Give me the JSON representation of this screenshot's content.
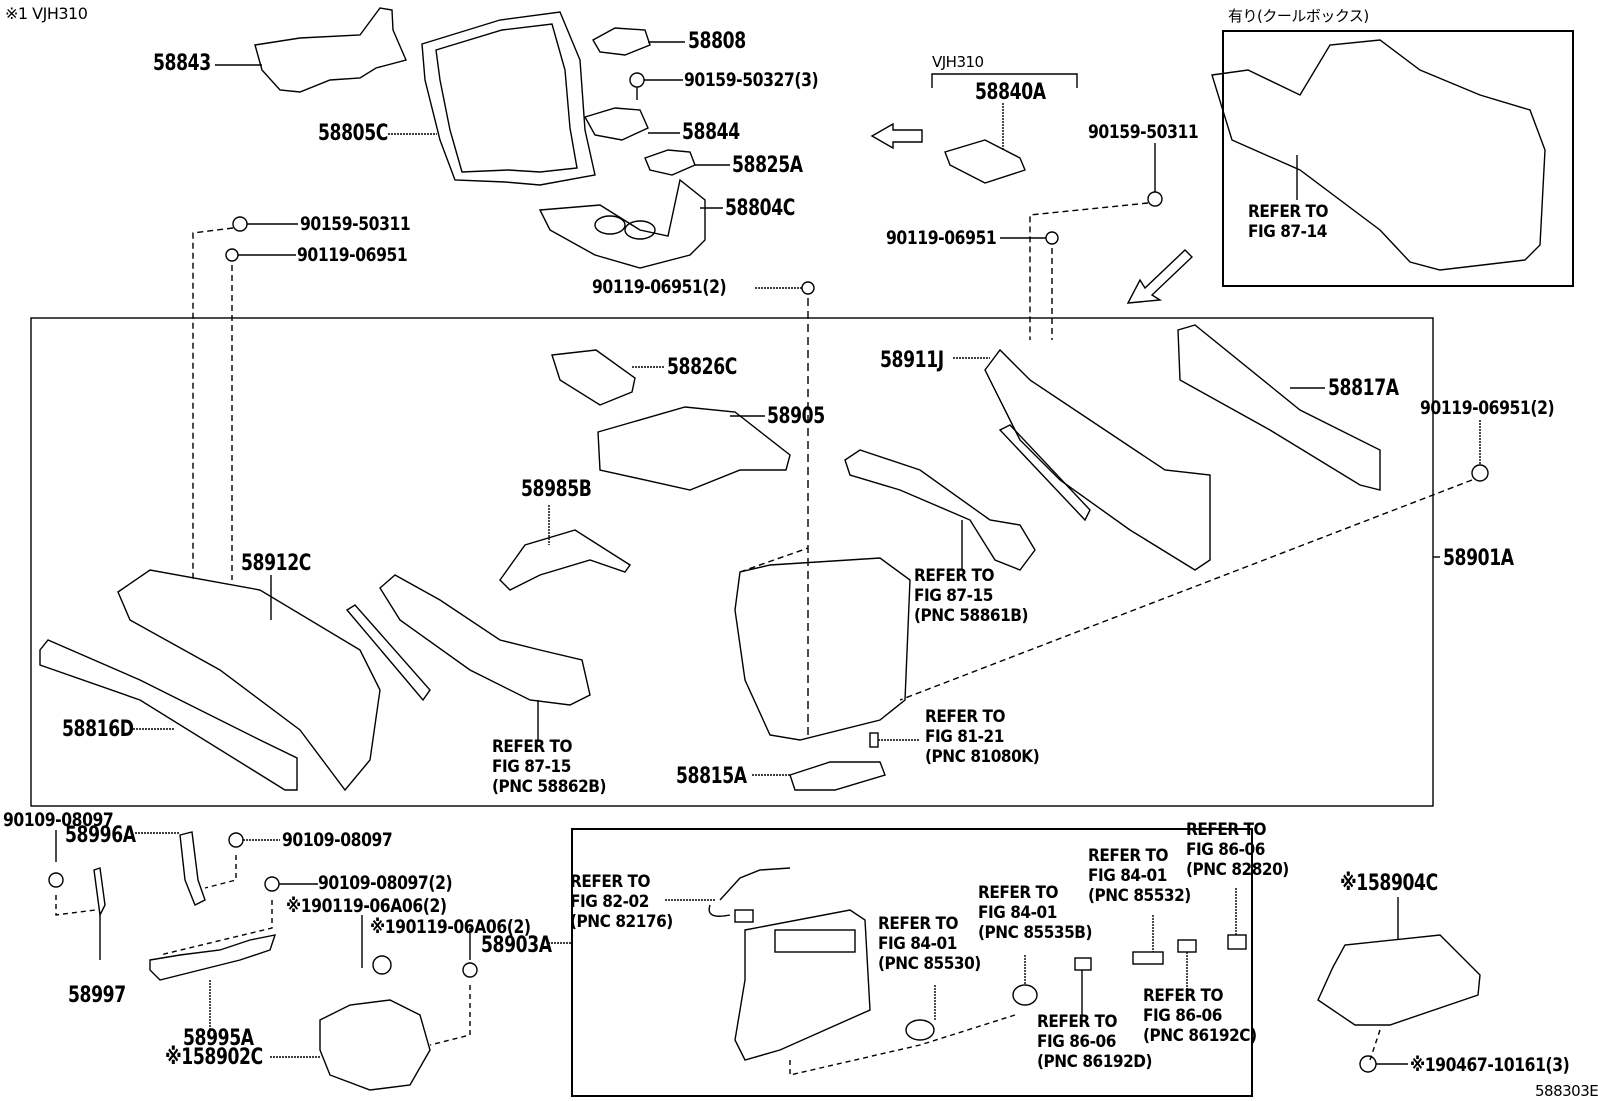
{
  "header": {
    "variant_note": "※1 VJH310",
    "inset_title": "有り(クールボックス)",
    "vjh_group_label": "VJH310",
    "diagram_id": "588303E"
  },
  "parts": {
    "p58843": "58843",
    "p58805C": "58805C",
    "p58808": "58808",
    "p90159_50327": "90159-50327(3)",
    "p58844": "58844",
    "p58825A": "58825A",
    "p58804C": "58804C",
    "p58840A": "58840A",
    "p90159_50311_right": "90159-50311",
    "p90119_06951_right": "90119-06951",
    "p90159_50311_left": "90159-50311",
    "p90119_06951_left": "90119-06951",
    "p90119_06951_2_center": "90119-06951(2)",
    "p58826C": "58826C",
    "p58905": "58905",
    "p58911J": "58911J",
    "p58817A": "58817A",
    "p90119_06951_2_right": "90119-06951(2)",
    "p58985B": "58985B",
    "p58912C": "58912C",
    "p58901A": "58901A",
    "p58816D": "58816D",
    "p58815A": "58815A",
    "p90109_08097_a": "90109-08097",
    "p58996A": "58996A",
    "p90109_08097_b": "90109-08097",
    "p90109_08097_2": "90109-08097(2)",
    "p90119_06A06_a": "※190119-06A06(2)",
    "p90119_06A06_b": "※190119-06A06(2)",
    "p58997": "58997",
    "p58903A": "58903A",
    "p58995A": "58995A",
    "p58902C": "※158902C",
    "p58904C": "※158904C",
    "p90467_10161": "※190467-10161(3)"
  },
  "references": {
    "inset": [
      "REFER TO",
      "FIG 87-14"
    ],
    "r58861B": [
      "REFER TO",
      "FIG 87-15",
      "(PNC 58861B)"
    ],
    "r58862B": [
      "REFER TO",
      "FIG 87-15",
      "(PNC 58862B)"
    ],
    "r81080K": [
      "REFER TO",
      "FIG 81-21",
      "(PNC 81080K)"
    ],
    "r82176": [
      "REFER TO",
      "FIG 82-02",
      "(PNC 82176)"
    ],
    "r85530": [
      "REFER TO",
      "FIG 84-01",
      "(PNC 85530)"
    ],
    "r85535B": [
      "REFER TO",
      "FIG 84-01",
      "(PNC 85535B)"
    ],
    "r85532": [
      "REFER TO",
      "FIG 84-01",
      "(PNC 85532)"
    ],
    "r82820": [
      "REFER TO",
      "FIG 86-06",
      "(PNC 82820)"
    ],
    "r86192D": [
      "REFER TO",
      "FIG 86-06",
      "(PNC 86192D)"
    ],
    "r86192C": [
      "REFER TO",
      "FIG 86-06",
      "(PNC 86192C)"
    ]
  }
}
